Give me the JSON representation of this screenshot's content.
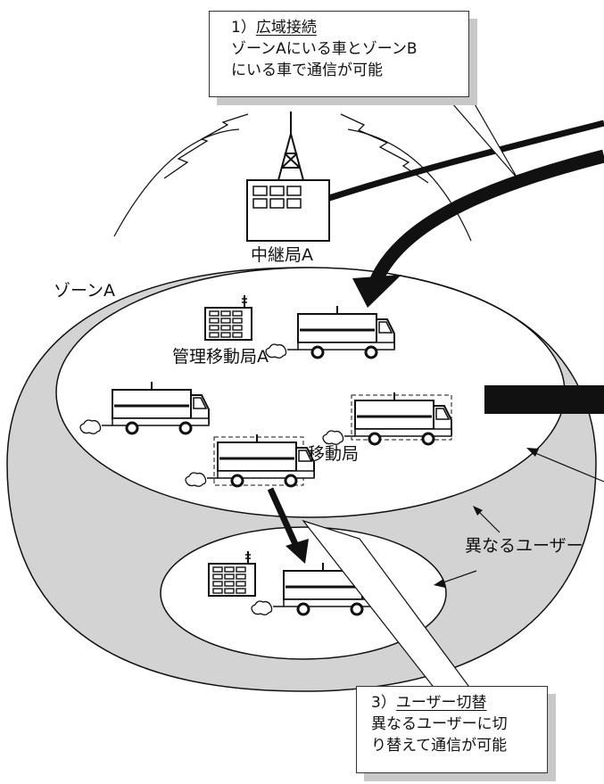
{
  "callout_top": {
    "title_no": "1）",
    "title": "広域接続",
    "line1": "ゾーンAにいる車とゾーンB",
    "line2": "にいる車で通信が可能"
  },
  "callout_bottom": {
    "title_no": "3）",
    "title": "ユーザー切替",
    "line1": "異なるユーザーに切",
    "line2": "り替えて通信が可能"
  },
  "labels": {
    "relay": "中継局A",
    "zone": "ゾーンA",
    "management": "管理移動局A",
    "mobile": "移動局",
    "other_users": "異なるユーザー"
  },
  "colors": {
    "zone_fill": "#d3d3d3",
    "line": "#111111",
    "callout_shadow": "#c8c8c8"
  }
}
